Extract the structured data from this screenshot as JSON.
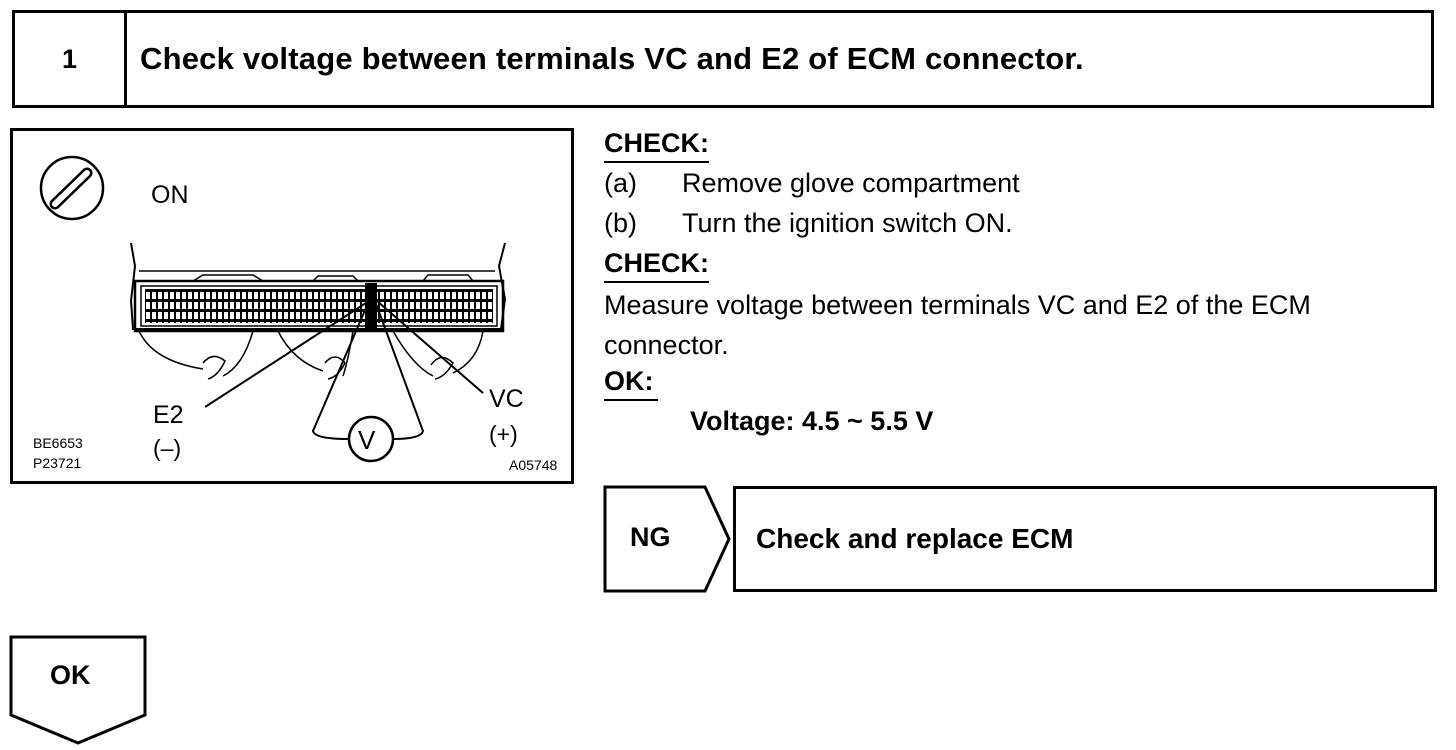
{
  "step": {
    "number": "1",
    "title": "Check voltage between terminals VC and E2 of ECM connector."
  },
  "figure": {
    "ignition_label": "ON",
    "e2_label": "E2",
    "e2_polarity": "(–)",
    "vc_label": "VC",
    "vc_polarity": "(+)",
    "meter_symbol": "V",
    "code_left_1": "BE6653",
    "code_left_2": "P23721",
    "code_right": "A05748"
  },
  "prep": {
    "heading": "CHECK:",
    "items": [
      {
        "tag": "(a)",
        "text": "Remove glove compartment"
      },
      {
        "tag": "(b)",
        "text": "Turn the ignition switch ON."
      }
    ]
  },
  "check": {
    "heading": "CHECK:",
    "line1": "Measure voltage between terminals VC and E2 of the ECM",
    "line2": "connector."
  },
  "ok_spec": {
    "heading": "OK:",
    "text": "Voltage:  4.5 ~ 5.5 V"
  },
  "ng_branch": {
    "label": "NG",
    "result": "Check and replace ECM"
  },
  "ok_branch": {
    "label": "OK"
  }
}
